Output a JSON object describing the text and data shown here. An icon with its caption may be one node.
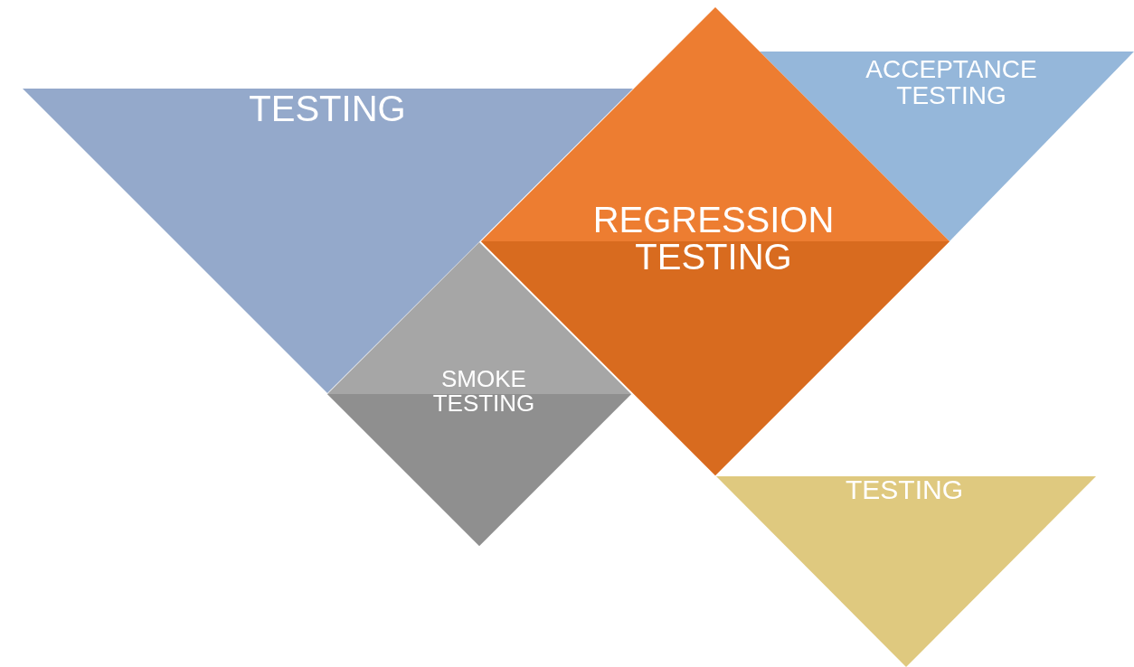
{
  "diagram": {
    "nodes": [
      {
        "text": [
          "TESTING"
        ]
      },
      {
        "text": [
          "ACCEPTANCE TESTING"
        ]
      },
      {
        "text": [
          "REGRESSION TESTING"
        ]
      },
      {
        "text": [
          "SMOKE TESTING"
        ]
      },
      {
        "text": [
          "TESTING"
        ]
      }
    ]
  }
}
